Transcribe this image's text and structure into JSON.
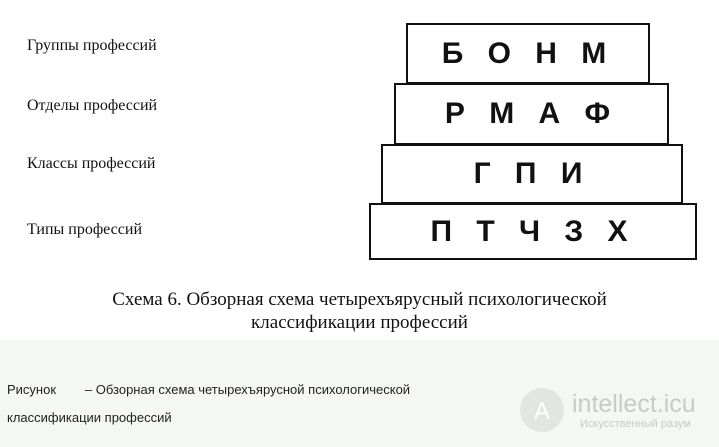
{
  "levels": [
    {
      "label": "Группы профессий",
      "letters": "Б О Н М"
    },
    {
      "label": "Отделы профессий",
      "letters": "Р М А Ф"
    },
    {
      "label": "Классы профессий",
      "letters": "Г П И"
    },
    {
      "label": "Типы профессий",
      "letters": "П Т Ч З Х"
    }
  ],
  "caption": {
    "line1": "Схема 6. Обзорная схема четырехъярусный психологической",
    "line2": "классификации профессий"
  },
  "figure_caption": {
    "line1": "Рисунок        – Обзорная схема четырехъярусной психологической",
    "line2": "классификации профессий"
  },
  "watermark": {
    "name": "intellect.icu",
    "tagline": "Искусственный разум",
    "colors": {
      "text": "#c8ccc8",
      "circle": "#e2e6e2"
    }
  }
}
